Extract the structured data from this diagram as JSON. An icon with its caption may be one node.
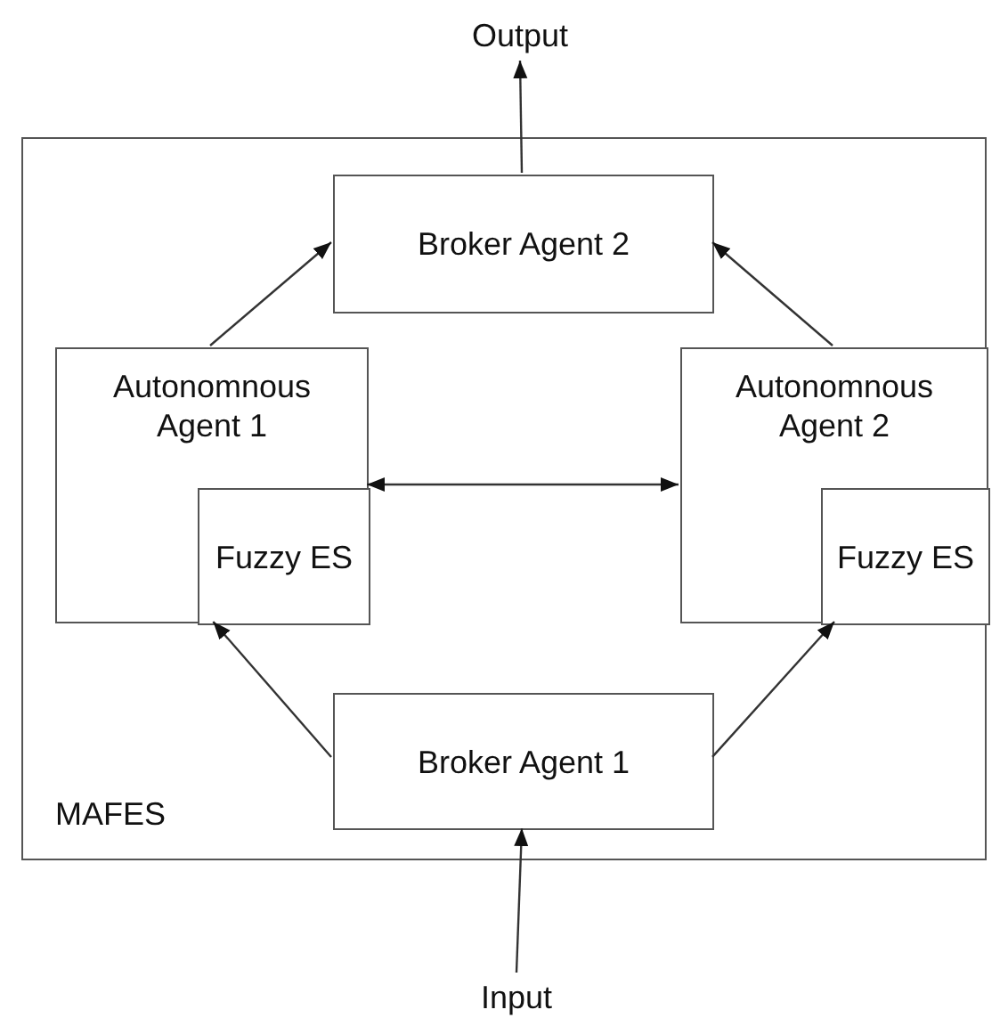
{
  "diagram": {
    "nodes": [
      {
        "text": [
          "MAFES"
        ]
      },
      {
        "text": [
          "Output"
        ]
      },
      {
        "text": [
          "Broker Agent 2"
        ],
        "in": 0
      },
      {
        "text": [
          "Autonomnous Agent 1"
        ],
        "in": 0
      },
      {
        "text": [
          "Fuzzy ES"
        ],
        "in": 3
      },
      {
        "text": [
          "Autonomnous Agent 2"
        ],
        "in": 0
      },
      {
        "text": [
          "Fuzzy ES"
        ],
        "in": 5
      },
      {
        "text": [
          "Broker Agent 1"
        ],
        "in": 0
      },
      {
        "text": [
          "Input"
        ]
      }
    ],
    "edges": [
      {
        "from": 2,
        "to": 1,
        "arrow": "to"
      },
      {
        "from": 3,
        "to": 2,
        "arrow": "to"
      },
      {
        "from": 5,
        "to": 2,
        "arrow": "to"
      },
      {
        "from": 3,
        "to": 5,
        "arrow": "both"
      },
      {
        "from": 7,
        "to": 4,
        "arrow": "to"
      },
      {
        "from": 7,
        "to": 6,
        "arrow": "to"
      },
      {
        "from": 8,
        "to": 7,
        "arrow": "to"
      }
    ]
  }
}
